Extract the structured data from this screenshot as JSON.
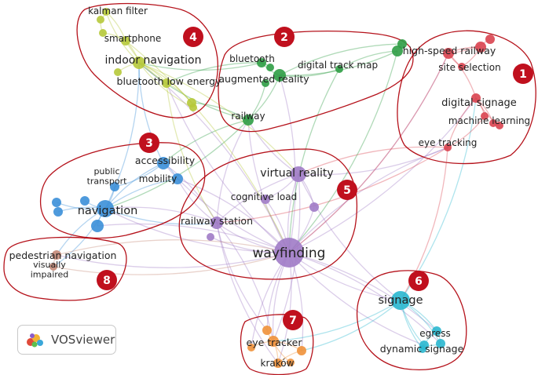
{
  "colors": {
    "red": "#d9434f",
    "green": "#2f9d45",
    "yellow": "#b6c93a",
    "blue": "#3b8fd8",
    "purple": "#a07bc6",
    "cyan": "#2ab7cf",
    "orange": "#f0913a",
    "brown": "#c48877",
    "cluster_ring": "#b5121b",
    "badge": "#c0101e"
  },
  "logo": {
    "text": "VOSviewer",
    "icon": "vosviewer-logo-icon"
  },
  "clusters": [
    {
      "id": "1",
      "label": "1"
    },
    {
      "id": "2",
      "label": "2"
    },
    {
      "id": "3",
      "label": "3"
    },
    {
      "id": "4",
      "label": "4"
    },
    {
      "id": "5",
      "label": "5"
    },
    {
      "id": "6",
      "label": "6"
    },
    {
      "id": "7",
      "label": "7"
    },
    {
      "id": "8",
      "label": "8"
    }
  ],
  "nodes": [
    {
      "id": "high-speed-railway",
      "label": "high-speed railway",
      "cluster": "1"
    },
    {
      "id": "site-selection",
      "label": "site selection",
      "cluster": "1"
    },
    {
      "id": "digital-signage",
      "label": "digital signage",
      "cluster": "1"
    },
    {
      "id": "machine-learning",
      "label": "machine learning",
      "cluster": "1"
    },
    {
      "id": "eye-tracking",
      "label": "eye tracking",
      "cluster": "1"
    },
    {
      "id": "bluetooth",
      "label": "bluetooth",
      "cluster": "2"
    },
    {
      "id": "digital-track-map",
      "label": "digital track map",
      "cluster": "2"
    },
    {
      "id": "augmented-reality",
      "label": "augmented reality",
      "cluster": "2"
    },
    {
      "id": "railway",
      "label": "railway",
      "cluster": "2"
    },
    {
      "id": "accessibility",
      "label": "accessibility",
      "cluster": "3"
    },
    {
      "id": "public-transport",
      "label": "public\ntransport",
      "cluster": "3"
    },
    {
      "id": "mobility",
      "label": "mobility",
      "cluster": "3"
    },
    {
      "id": "navigation",
      "label": "navigation",
      "cluster": "3"
    },
    {
      "id": "kalman-filter",
      "label": "kalman filter",
      "cluster": "4"
    },
    {
      "id": "smartphone",
      "label": "smartphone",
      "cluster": "4"
    },
    {
      "id": "indoor-navigation",
      "label": "indoor navigation",
      "cluster": "4"
    },
    {
      "id": "bluetooth-low-energy",
      "label": "bluetooth low energy",
      "cluster": "4"
    },
    {
      "id": "virtual-reality",
      "label": "virtual reality",
      "cluster": "5"
    },
    {
      "id": "cognitive-load",
      "label": "cognitive load",
      "cluster": "5"
    },
    {
      "id": "railway-station",
      "label": "railway station",
      "cluster": "5"
    },
    {
      "id": "wayfinding",
      "label": "wayfinding",
      "cluster": "5"
    },
    {
      "id": "signage",
      "label": "signage",
      "cluster": "6"
    },
    {
      "id": "egress",
      "label": "egress",
      "cluster": "6"
    },
    {
      "id": "dynamic-signage",
      "label": "dynamic signage",
      "cluster": "6"
    },
    {
      "id": "eye-tracker",
      "label": "eye tracker",
      "cluster": "7"
    },
    {
      "id": "krakow",
      "label": "kraków",
      "cluster": "7"
    },
    {
      "id": "pedestrian-navigation",
      "label": "pedestrian navigation",
      "cluster": "8"
    },
    {
      "id": "visually-impaired",
      "label": "visually\nimpaired",
      "cluster": "8"
    }
  ]
}
